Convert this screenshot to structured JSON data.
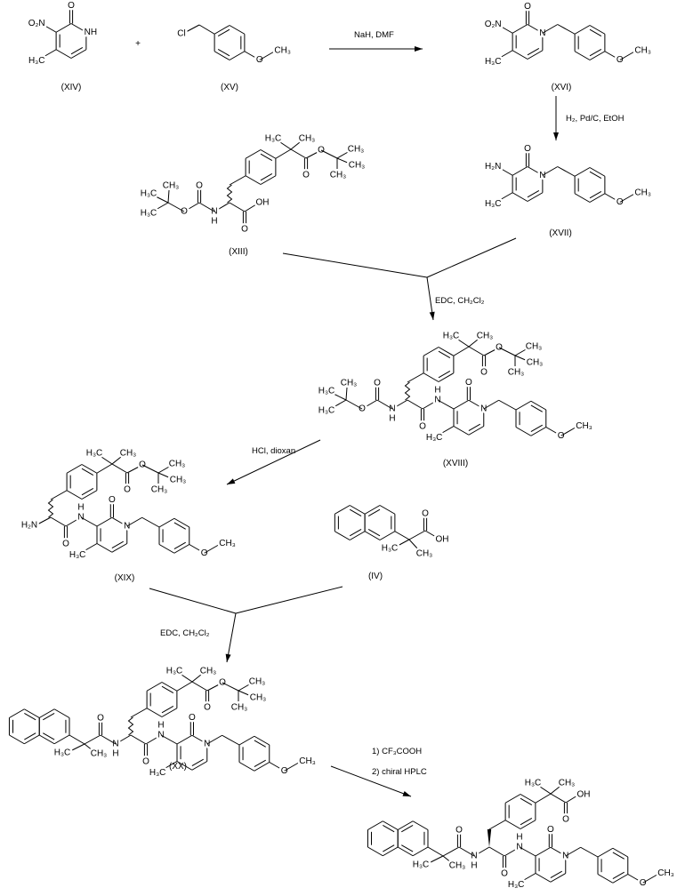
{
  "scheme": {
    "plus": "+",
    "reagents": {
      "step1": "NaH, DMF",
      "step2": "H₂, Pd/C, EtOH",
      "step3": "EDC, CH₂Cl₂",
      "step4": "HCl, dioxan",
      "step5": "EDC, CH₂Cl₂",
      "step6a": "1) CF₃COOH",
      "step6b": "2) chiral HPLC"
    }
  },
  "compounds": {
    "xiv": {
      "label": "(XIV)",
      "atoms": [
        "O",
        "NH",
        "H₃C",
        "O₂N"
      ]
    },
    "xv": {
      "label": "(XV)",
      "atoms": [
        "Cl",
        "O",
        "CH₃"
      ]
    },
    "xvi": {
      "label": "(XVI)",
      "atoms": [
        "O",
        "N",
        "H₃C",
        "O",
        "CH₃",
        "O₂N"
      ]
    },
    "xvii": {
      "label": "(XVII)",
      "atoms": [
        "O",
        "N",
        "H₃C",
        "O",
        "CH₃",
        "H₂N"
      ]
    },
    "xiii": {
      "label": "(XIII)",
      "atoms": [
        "H₃C",
        "CH₃",
        "O",
        "O",
        "CH₃",
        "CH₃",
        "CH₃",
        "N",
        "H",
        "O",
        "O",
        "CH₃",
        "H₃C",
        "H₃C",
        "O",
        "OH"
      ]
    },
    "xviii": {
      "label": "(XVIII)",
      "atoms": [
        "H₃C",
        "CH₃",
        "O",
        "O",
        "CH₃",
        "CH₃",
        "CH₃",
        "N",
        "H",
        "O",
        "O",
        "CH₃",
        "H₃C",
        "H₃C",
        "O",
        "N",
        "H",
        "O",
        "N",
        "H₃C",
        "O",
        "CH₃"
      ]
    },
    "xix": {
      "label": "(XIX)",
      "atoms": [
        "H₃C",
        "CH₃",
        "O",
        "O",
        "CH₃",
        "CH₃",
        "CH₃",
        "H₂N",
        "O",
        "N",
        "H",
        "O",
        "N",
        "H₃C",
        "O",
        "CH₃"
      ]
    },
    "iv": {
      "label": "(IV)",
      "atoms": [
        "O",
        "OH",
        "H₃C",
        "CH₃"
      ]
    },
    "xx": {
      "label": "(XX)",
      "atoms": [
        "H₃C",
        "CH₃",
        "O",
        "O",
        "CH₃",
        "CH₃",
        "CH₃",
        "N",
        "H",
        "O",
        "H₃C",
        "CH₃",
        "O",
        "N",
        "H",
        "O",
        "N",
        "H₃C",
        "O",
        "CH₃"
      ]
    },
    "final": {
      "atoms": [
        "H₃C",
        "CH₃",
        "O",
        "OH",
        "N",
        "H",
        "O",
        "H₃C",
        "CH₃",
        "O",
        "N",
        "H",
        "O",
        "N",
        "H₃C",
        "O",
        "CH₃"
      ]
    }
  }
}
